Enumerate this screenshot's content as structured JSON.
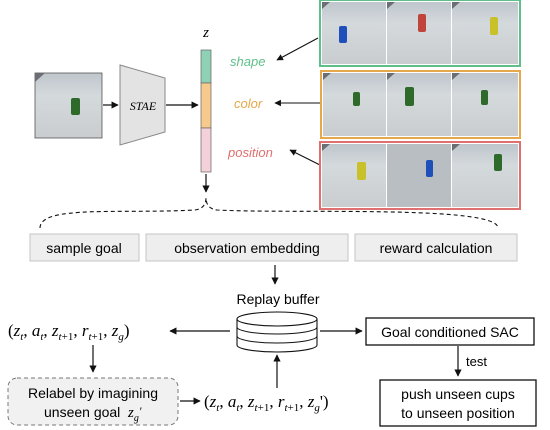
{
  "encoder": {
    "label": "STAE"
  },
  "latent": {
    "label": "z"
  },
  "factors": [
    {
      "label": "shape",
      "color": "#5fbf8a"
    },
    {
      "label": "color",
      "color": "#e6a84a"
    },
    {
      "label": "position",
      "color": "#e07070"
    }
  ],
  "colors": {
    "seg_shape": "#8fd1b4",
    "seg_color": "#f6c98c",
    "seg_position": "#f4d0d8",
    "cup_green": "#2e6b2a",
    "cup_blue": "#1f4fb8",
    "cup_red": "#c0443c",
    "cup_yellow": "#c9c12a"
  },
  "modules": {
    "sample_goal": "sample goal",
    "observation_embedding": "observation embedding",
    "reward_calculation": "reward calculation"
  },
  "replay": {
    "label": "Replay buffer"
  },
  "tuple_left": "(z_t, a_t, z_{t+1}, r_{t+1}, z_g)",
  "tuple_bottom": "(z_t, a_t, z_{t+1}, r_{t+1}, z_g')",
  "relabel": {
    "line1": "Relabel by imagining",
    "line2": "unseen goal",
    "goal_symbol": "z_g'"
  },
  "sac": {
    "label": "Goal conditioned SAC"
  },
  "test": {
    "label": "test"
  },
  "result": {
    "line1": "push unseen cups",
    "line2": "to unseen position"
  }
}
